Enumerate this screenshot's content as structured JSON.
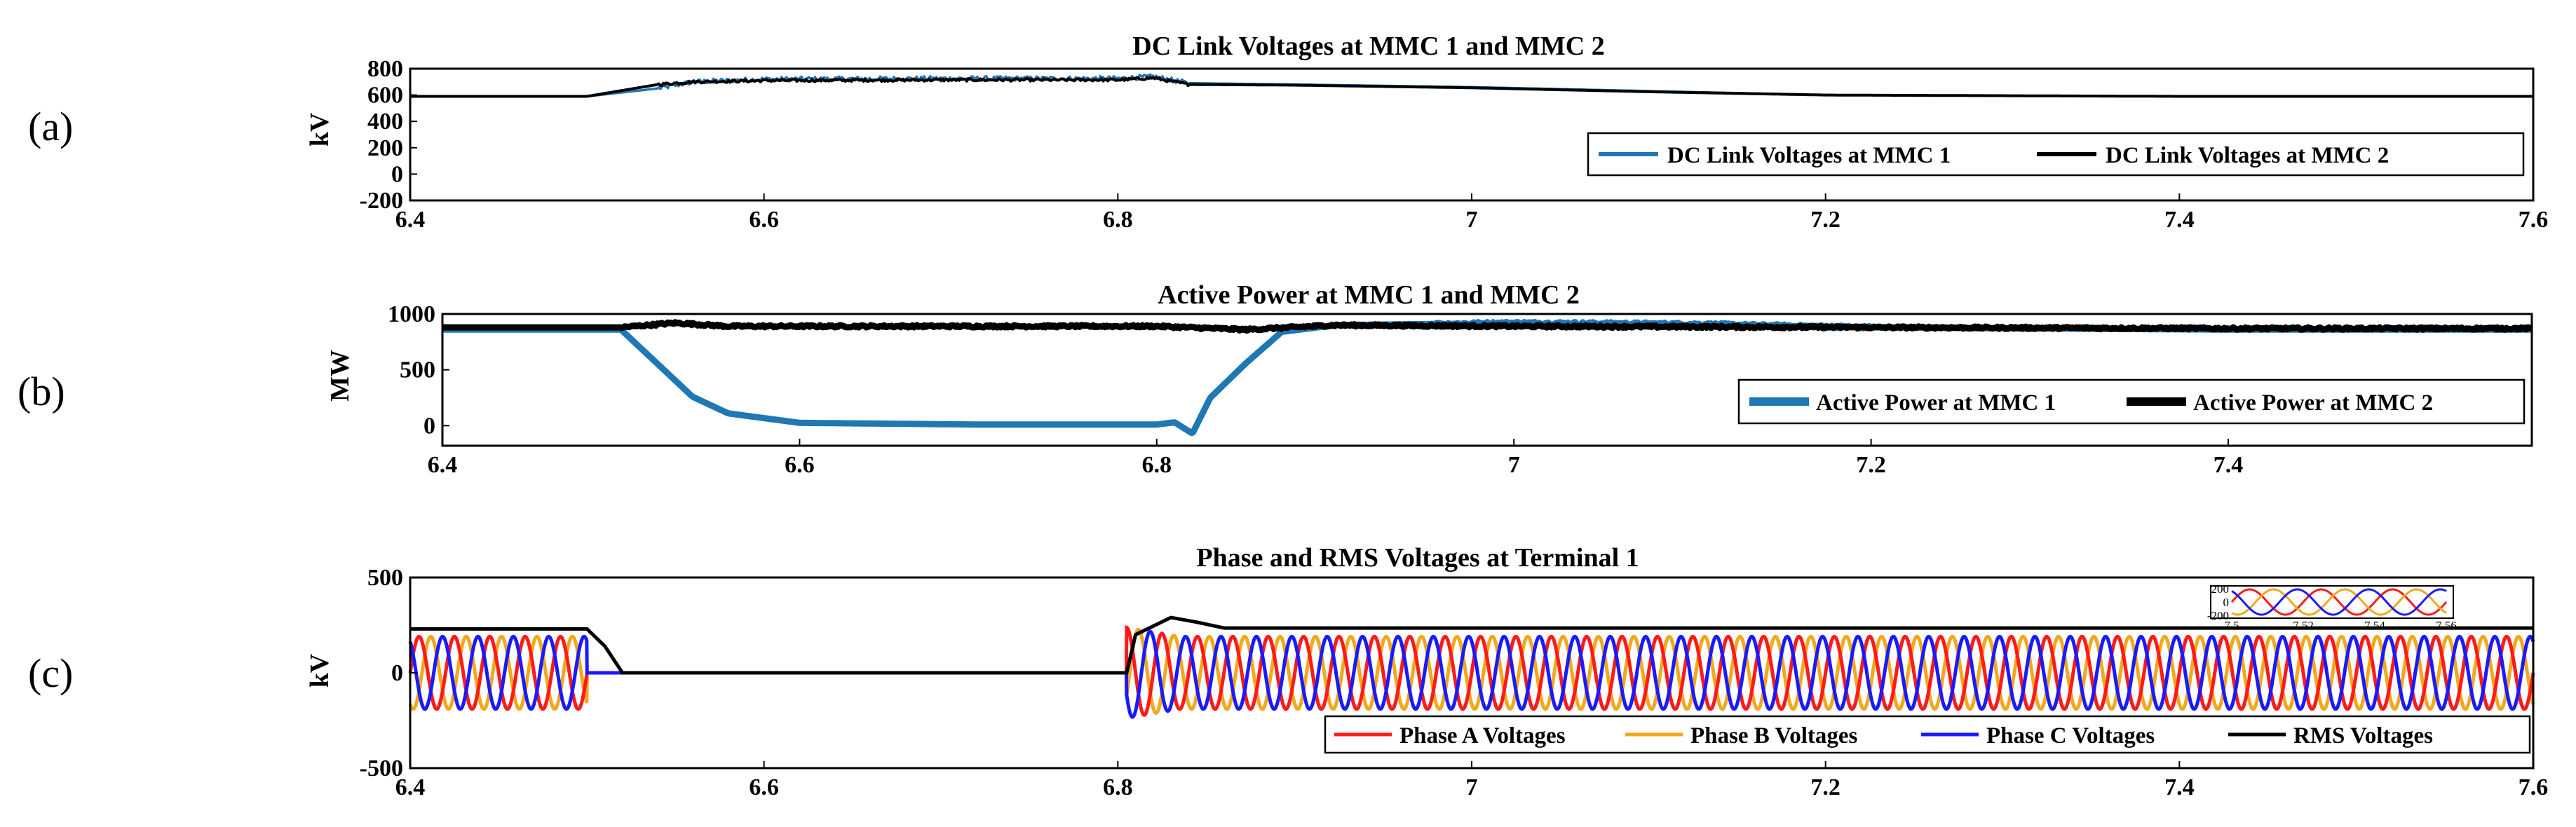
{
  "colors": {
    "mmc1": "#1f77b4",
    "mmc2": "#000000",
    "phase_a": "#ff1a1a",
    "phase_b": "#f2a81d",
    "phase_c": "#1a1aff",
    "rms": "#000000"
  },
  "chart_data": [
    {
      "type": "line",
      "label": "(a)",
      "title": "DC Link Voltages at MMC 1 and MMC 2",
      "ylabel": "kV",
      "xlim": [
        6.4,
        7.6
      ],
      "ylim": [
        -200,
        800
      ],
      "xticks": [
        "6.4",
        "6.6",
        "6.8",
        "7",
        "7.2",
        "7.4",
        "7.6"
      ],
      "yticks": [
        "800",
        "600",
        "400",
        "200",
        "0",
        "-200"
      ],
      "legend_position": "bottom-right",
      "series": [
        {
          "name": "DC Link Voltages at MMC 1",
          "color": "#1f77b4",
          "x": [
            6.4,
            6.5,
            6.54,
            6.56,
            6.6,
            6.7,
            6.8,
            6.82,
            6.84,
            6.9,
            7.0,
            7.1,
            7.2,
            7.4,
            7.6
          ],
          "y": [
            590,
            590,
            650,
            700,
            720,
            725,
            725,
            740,
            690,
            680,
            660,
            630,
            600,
            590,
            590
          ]
        },
        {
          "name": "DC Link Voltages at MMC 2",
          "color": "#000000",
          "x": [
            6.4,
            6.5,
            6.54,
            6.56,
            6.6,
            6.7,
            6.8,
            6.82,
            6.84,
            6.9,
            7.0,
            7.1,
            7.2,
            7.4,
            7.6
          ],
          "y": [
            590,
            590,
            680,
            700,
            710,
            715,
            715,
            730,
            680,
            675,
            655,
            625,
            600,
            590,
            590
          ]
        }
      ]
    },
    {
      "type": "line",
      "label": "(b)",
      "title": "Active Power at MMC 1 and MMC 2",
      "ylabel": "MW",
      "xlim": [
        6.4,
        7.57
      ],
      "ylim": [
        -180,
        1000
      ],
      "xticks": [
        "6.4",
        "6.6",
        "6.8",
        "7",
        "7.2",
        "7.4"
      ],
      "yticks": [
        "1000",
        "500",
        "0"
      ],
      "legend_position": "bottom-right",
      "series": [
        {
          "name": "Active Power at MMC 1",
          "color": "#1f77b4",
          "x": [
            6.4,
            6.5,
            6.52,
            6.54,
            6.56,
            6.6,
            6.7,
            6.8,
            6.81,
            6.82,
            6.83,
            6.85,
            6.87,
            6.9,
            7.0,
            7.1,
            7.2,
            7.4,
            7.57
          ],
          "y": [
            860,
            860,
            560,
            260,
            110,
            25,
            10,
            10,
            30,
            -70,
            250,
            560,
            840,
            900,
            920,
            910,
            880,
            860,
            860
          ]
        },
        {
          "name": "Active Power at MMC 2",
          "color": "#000000",
          "x": [
            6.4,
            6.5,
            6.53,
            6.56,
            6.7,
            6.8,
            6.85,
            6.9,
            7.0,
            7.2,
            7.4,
            7.57
          ],
          "y": [
            880,
            880,
            920,
            890,
            890,
            890,
            860,
            900,
            890,
            880,
            870,
            870
          ]
        }
      ]
    },
    {
      "type": "line",
      "label": "(c)",
      "title": "Phase and RMS Voltages at Terminal 1",
      "ylabel": "kV",
      "xlim": [
        6.4,
        7.6
      ],
      "ylim": [
        -500,
        500
      ],
      "xticks": [
        "6.4",
        "6.6",
        "6.8",
        "7",
        "7.2",
        "7.4",
        "7.6"
      ],
      "yticks": [
        "500",
        "0",
        "-500"
      ],
      "legend_position": "bottom-right",
      "phase_amplitude_kv": 190,
      "frequency_hz": 50,
      "outage_interval": [
        6.5,
        6.805
      ],
      "series": [
        {
          "name": "Phase A Voltages",
          "color": "#ff1a1a"
        },
        {
          "name": "Phase B Voltages",
          "color": "#f2a81d"
        },
        {
          "name": "Phase C Voltages",
          "color": "#1a1aff"
        },
        {
          "name": "RMS Voltages",
          "color": "#000000",
          "x": [
            6.4,
            6.5,
            6.51,
            6.52,
            6.805,
            6.81,
            6.83,
            6.845,
            6.86,
            7.6
          ],
          "y": [
            230,
            230,
            140,
            0,
            0,
            200,
            290,
            265,
            235,
            235
          ]
        }
      ],
      "inset": {
        "xlim": [
          7.5,
          7.56
        ],
        "ylim": [
          -200,
          200
        ],
        "xticks": [
          "7.5",
          "7.52",
          "7.54",
          "7.56"
        ],
        "yticks": [
          "200",
          "0",
          "-200"
        ]
      }
    }
  ]
}
